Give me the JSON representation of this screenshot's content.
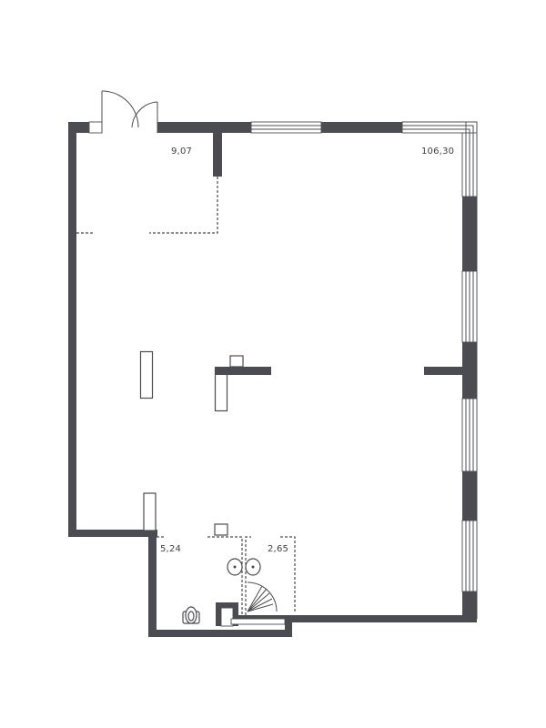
{
  "rooms": {
    "entrance_area": "9,07",
    "main_hall": "106,30",
    "bathroom": "5,24",
    "shower": "2,65"
  },
  "colors": {
    "wall": "#4a4c51",
    "background": "#ffffff"
  }
}
